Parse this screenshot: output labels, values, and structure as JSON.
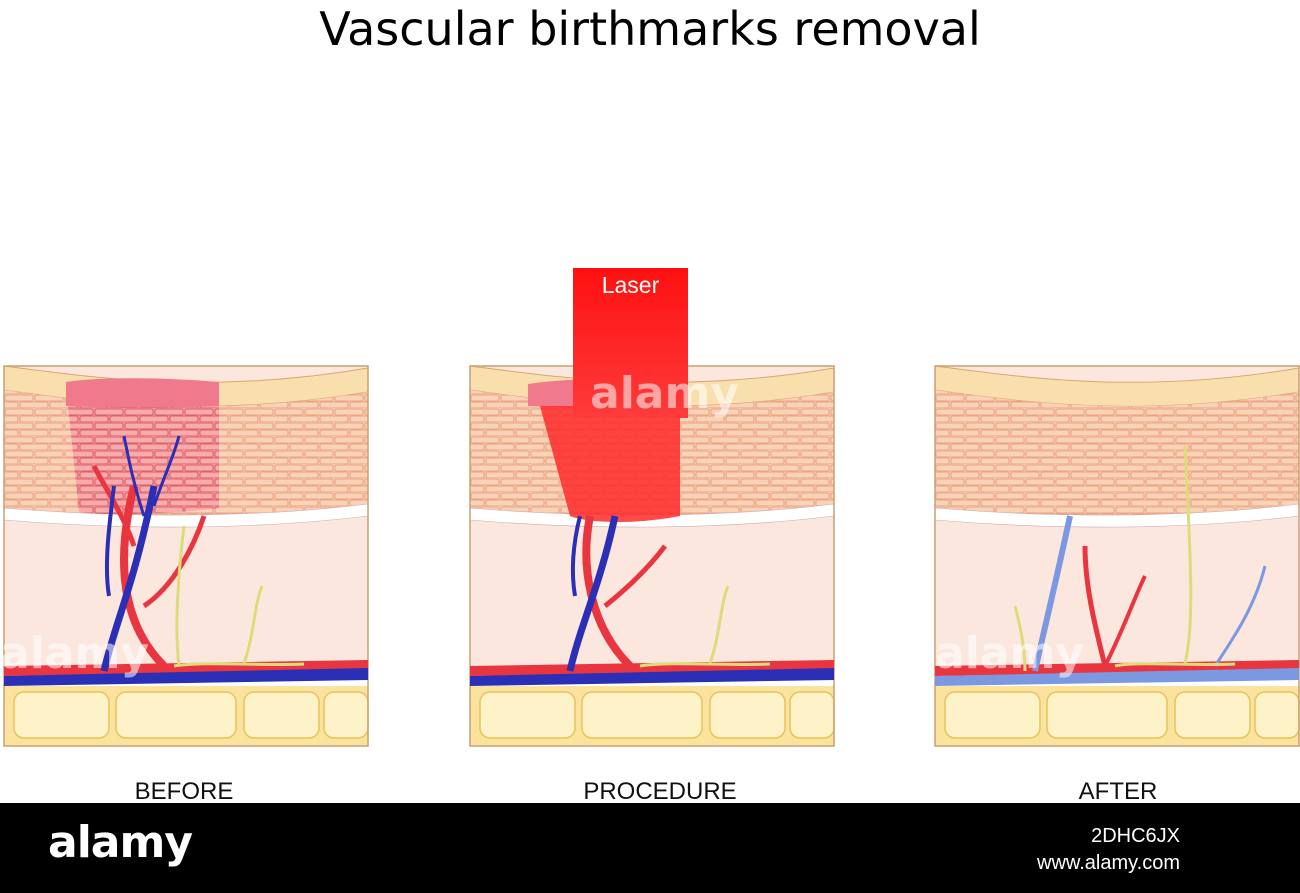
{
  "title": "Vascular birthmarks removal",
  "laser_label": "Laser",
  "panels": [
    {
      "caption": "BEFORE"
    },
    {
      "caption": "PROCEDURE"
    },
    {
      "caption": "AFTER"
    }
  ],
  "watermark": "alamy",
  "footer": {
    "brand": "alamy",
    "image_id": "2DHC6JX",
    "url": "www.alamy.com"
  },
  "colors": {
    "epidermis_top": "#f9dfae",
    "epidermis_cells": "#f7c8a9",
    "dermis": "#fce7df",
    "fat": "#fce9ad",
    "artery": "#e8353f",
    "vein": "#2a2fb5",
    "vein_faded": "#7b98e0",
    "nerve": "#dddc7a",
    "lesion": "#f07a8c",
    "laser": "#ff0000"
  }
}
